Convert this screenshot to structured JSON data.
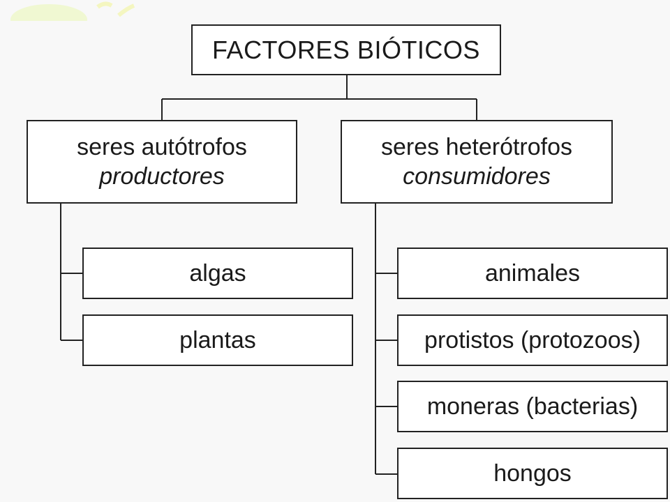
{
  "diagram": {
    "root": {
      "label": "FACTORES BIÓTICOS"
    },
    "branches": [
      {
        "title": "seres autótrofos",
        "subtitle": "productores",
        "children": [
          "algas",
          "plantas"
        ]
      },
      {
        "title": "seres heterótrofos",
        "subtitle": "consumidores",
        "children": [
          "animales",
          "protistos (protozoos)",
          "moneras (bacterias)",
          "hongos"
        ]
      }
    ]
  },
  "colors": {
    "line": "#222222",
    "box_fill": "#ffffff",
    "background": "#f8f8f8",
    "decoration": "#eef7c8"
  }
}
